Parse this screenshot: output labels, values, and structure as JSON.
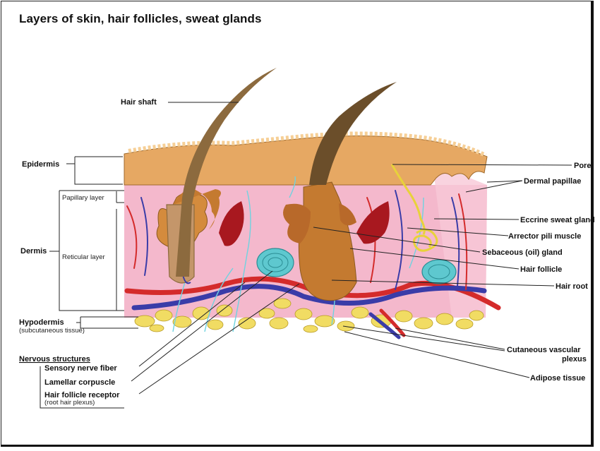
{
  "title": "Layers of skin, hair follicles, sweat glands",
  "labels": {
    "hair_shaft": "Hair shaft",
    "epidermis": "Epidermis",
    "papillary_layer": "Papillary layer",
    "dermis": "Dermis",
    "reticular_layer": "Reticular layer",
    "hypodermis": "Hypodermis",
    "subcutaneous": "(subcutaneous tissue)",
    "nervous_structures": "Nervous structures",
    "sensory_nerve_fiber": "Sensory nerve fiber",
    "lamellar_corpuscle": "Lamellar corpuscle",
    "hair_follicle_receptor": "Hair follicle receptor",
    "root_hair_plexus": "(root hair plexus)",
    "pore": "Pore",
    "dermal_papillae": "Dermal papillae",
    "eccrine_sweat_gland": "Eccrine sweat gland",
    "arrector_pili_muscle": "Arrector pili muscle",
    "sebaceous_gland": "Sebaceous (oil) gland",
    "hair_follicle": "Hair follicle",
    "hair_root": "Hair root",
    "cutaneous_vascular_plexus_1": "Cutaneous vascular",
    "cutaneous_vascular_plexus_2": "plexus",
    "adipose_tissue": "Adipose tissue"
  },
  "colors": {
    "epidermis": "#e6a863",
    "dermis": "#f4b8cc",
    "hypodermis_fat": "#f1dc63",
    "hair": "#8c6a3e",
    "artery": "#d42b2b",
    "vein": "#3a3ca8",
    "nerve": "#6fd3e0",
    "gland": "#a8181f"
  }
}
